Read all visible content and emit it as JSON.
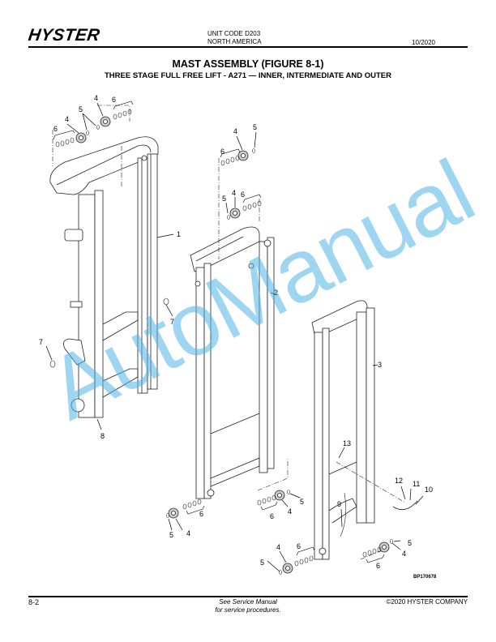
{
  "header": {
    "logo": "HYSTER",
    "unit_code": "UNIT CODE D203",
    "region": "NORTH AMERICA",
    "date": "10/2020"
  },
  "title": "MAST ASSEMBLY (FIGURE 8-1)",
  "subtitle": "THREE STAGE FULL FREE LIFT - A271 — INNER, INTERMEDIATE AND OUTER",
  "figure": {
    "drawing_id": "BP170678",
    "watermark": "AutoManual",
    "callouts": [
      "1",
      "2",
      "3",
      "4",
      "5",
      "6",
      "7",
      "8",
      "9",
      "10",
      "11",
      "12",
      "13"
    ],
    "watermark_color": "#4fb6e8"
  },
  "footer": {
    "page_number": "8-2",
    "note_line1": "See Service Manual",
    "note_line2": "for service procedures.",
    "copyright": "©2020 HYSTER COMPANY"
  }
}
